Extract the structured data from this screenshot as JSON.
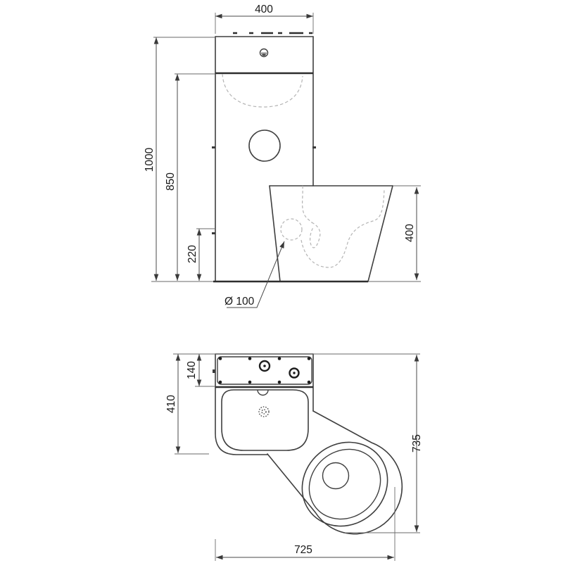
{
  "document": {
    "type": "technical-drawing",
    "subject": "Combined WC pan and washbasin sanitary unit",
    "views": [
      "front-elevation",
      "plan-view"
    ]
  },
  "colors": {
    "background": "#ffffff",
    "object_line": "#3f3f3f",
    "heavy_line": "#2e2e2e",
    "dimension_line": "#4a4a4a",
    "hidden_line": "#b4b4b4",
    "text": "#1a1a1a"
  },
  "front_view": {
    "dim_width_top": "400",
    "dim_height_total": "1000",
    "dim_height_basin_lip": "850",
    "dim_height_outlet": "220",
    "dim_height_wc": "400",
    "label_outlet_diameter": "Ø 100"
  },
  "plan_view": {
    "dim_depth_backpanel": "140",
    "dim_depth_basin": "410",
    "dim_depth_total": "735",
    "dim_width_total": "725"
  }
}
